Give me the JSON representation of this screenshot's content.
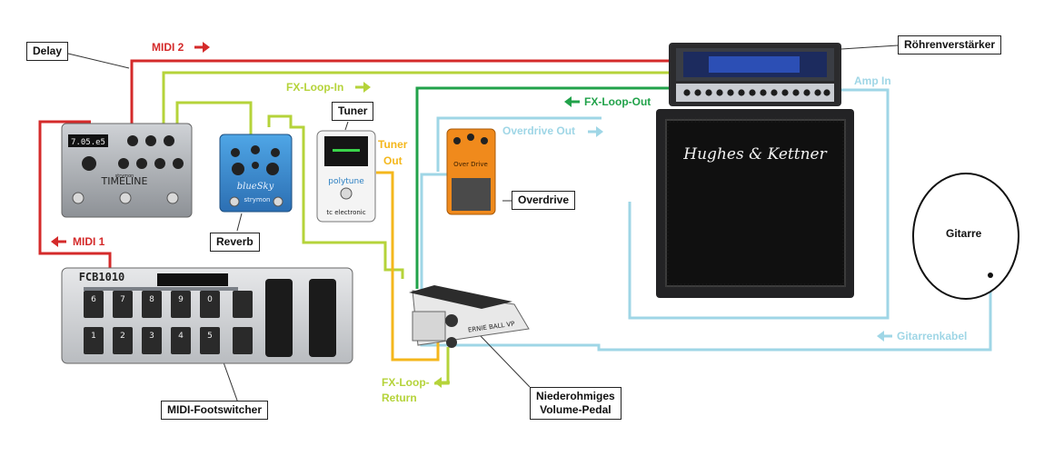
{
  "labels": {
    "delay": "Delay",
    "reverb": "Reverb",
    "tuner": "Tuner",
    "overdrive": "Overdrive",
    "amp": "Röhrenverstärker",
    "guitar": "Gitarre",
    "footswitcher": "MIDI-Footswitcher",
    "volume_pedal_line1": "Niederohmiges",
    "volume_pedal_line2": "Volume-Pedal"
  },
  "cables": {
    "midi2": "MIDI 2",
    "midi1": "MIDI 1",
    "fx_loop_in": "FX-Loop-In",
    "fx_loop_out": "FX-Loop-Out",
    "amp_in": "Amp In",
    "overdrive_out": "Overdrive Out",
    "tuner_out_line1": "Tuner",
    "tuner_out_line2": "Out",
    "fx_loop_return_line1": "FX-Loop-",
    "fx_loop_return_line2": "Return",
    "guitar_cable": "Gitarrenkabel"
  },
  "device_text": {
    "delay_display": "7.05.e5",
    "delay_brand": "TIMELINE",
    "delay_maker": "strymon",
    "reverb_brand": "blueSky",
    "reverb_maker": "strymon",
    "tuner_brand": "polytune",
    "tuner_maker": "tc electronic",
    "overdrive_name": "Over Drive",
    "amp_logo": "Hughes & Kettner",
    "footswitch_model": "FCB1010",
    "footswitch_top": [
      "6",
      "7",
      "8",
      "9",
      "0"
    ],
    "footswitch_bottom": [
      "1",
      "2",
      "3",
      "4",
      "5"
    ],
    "volume_brand": "ERNIE BALL VP"
  },
  "colors": {
    "midi": "#d42a2a",
    "fx_in": "#b5d33a",
    "fx_out": "#21a24a",
    "guitar_cable": "#9fd6e6",
    "tuner_out": "#f4b71c",
    "overdrive_orange": "#f08a1c",
    "reverb_blue": "#3f8fd1"
  }
}
